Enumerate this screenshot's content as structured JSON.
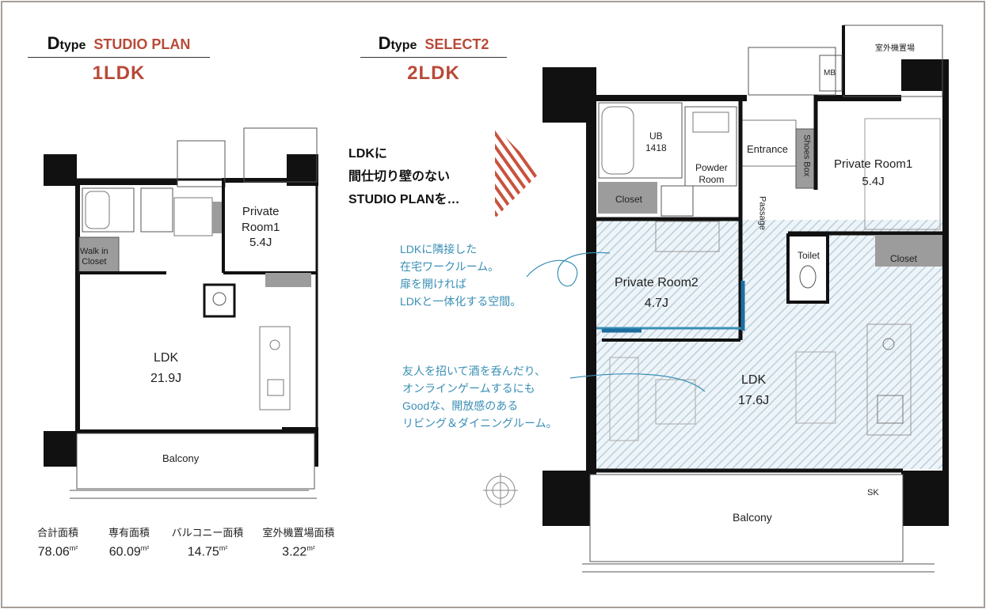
{
  "left_plan": {
    "type_letter": "D",
    "type_word": "type",
    "plan_name": "STUDIO PLAN",
    "layout": "1LDK",
    "rooms": {
      "walk_in_closet_1": "Walk in",
      "walk_in_closet_2": "Closet",
      "private_room_name_1": "Private",
      "private_room_name_2": "Room1",
      "private_room_size": "5.4J",
      "ldk_name": "LDK",
      "ldk_size": "21.9J",
      "balcony": "Balcony"
    }
  },
  "right_plan": {
    "type_letter": "D",
    "type_word": "type",
    "plan_name": "SELECT2",
    "layout": "2LDK",
    "rooms": {
      "outdoor_unit": "室外機置場",
      "mb": "MB",
      "ub_1": "UB",
      "ub_2": "1418",
      "powder_1": "Powder",
      "powder_2": "Room",
      "entrance": "Entrance",
      "shoes_box": "Shoes Box",
      "private_room1_name": "Private Room1",
      "private_room1_size": "5.4J",
      "closet_left": "Closet",
      "passage": "Passage",
      "toilet": "Toilet",
      "closet_right": "Closet",
      "private_room2_name": "Private Room2",
      "private_room2_size": "4.7J",
      "ldk_name": "LDK",
      "ldk_size": "17.6J",
      "balcony": "Balcony",
      "sk": "SK"
    }
  },
  "callout_main": {
    "line1": "LDKに",
    "line2": "間仕切り壁のない",
    "line3": "STUDIO PLANを…"
  },
  "note_workroom": {
    "line1": "LDKに隣接した",
    "line2": "在宅ワークルーム。",
    "line3": "扉を開ければ",
    "line4": "LDKと一体化する空間。"
  },
  "note_living": {
    "line1": "友人を招いて酒を呑んだり、",
    "line2": "オンラインゲームするにも",
    "line3": "Goodな、開放感のある",
    "line4": "リビング＆ダイニングルーム。"
  },
  "areas": [
    {
      "label": "合計面積",
      "value": "78.06",
      "unit": "m²"
    },
    {
      "label": "専有面積",
      "value": "60.09",
      "unit": "m²"
    },
    {
      "label": "バルコニー面積",
      "value": "14.75",
      "unit": "m²"
    },
    {
      "label": "室外機置場面積",
      "value": "3.22",
      "unit": "m²"
    }
  ],
  "colors": {
    "accent": "#b84a38",
    "note_blue": "#3a8fb5",
    "wall": "#111111",
    "hatch": "#d6e4ec",
    "frame": "#a79e97"
  }
}
